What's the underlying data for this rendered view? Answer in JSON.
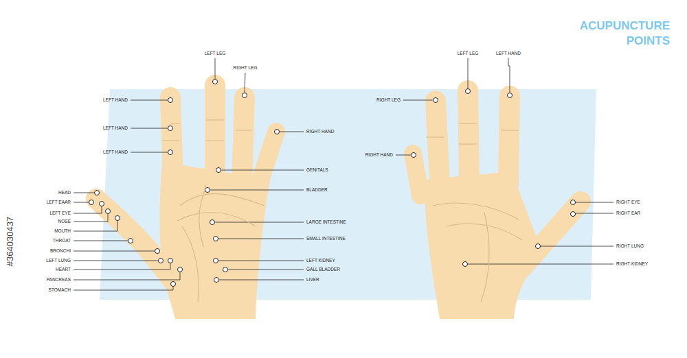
{
  "diagram": {
    "title": "ACUPUNCTURE POINTS",
    "labels": [
      "LEFT LEG",
      "RIGHT LEG",
      "LEFT HAND",
      "LEFT HAND",
      "LEFT HAND",
      "RIGHT HAND",
      "GENITALS",
      "BLADDER",
      "HEAD",
      "LEFT EAAR",
      "LEFT EYE",
      "NOSE",
      "MOUTH",
      "THROAT",
      "BRONCHI",
      "LEFT LUNG",
      "HEART",
      "PANCREAS",
      "STOMACH",
      "LARGE INTESTINE",
      "SMALL INTESTINE",
      "LEFT KIDNEY",
      "GALL BLADDER",
      "LIVER",
      "LEFT LEG",
      "LEFT HAND",
      "RIGHT LEG",
      "RIGHT HAND",
      "RIGHT EYE",
      "RIGHT EAR",
      "RIGHT LUNG",
      "RIGHT KIDNEY",
      "#364030437"
    ]
  }
}
